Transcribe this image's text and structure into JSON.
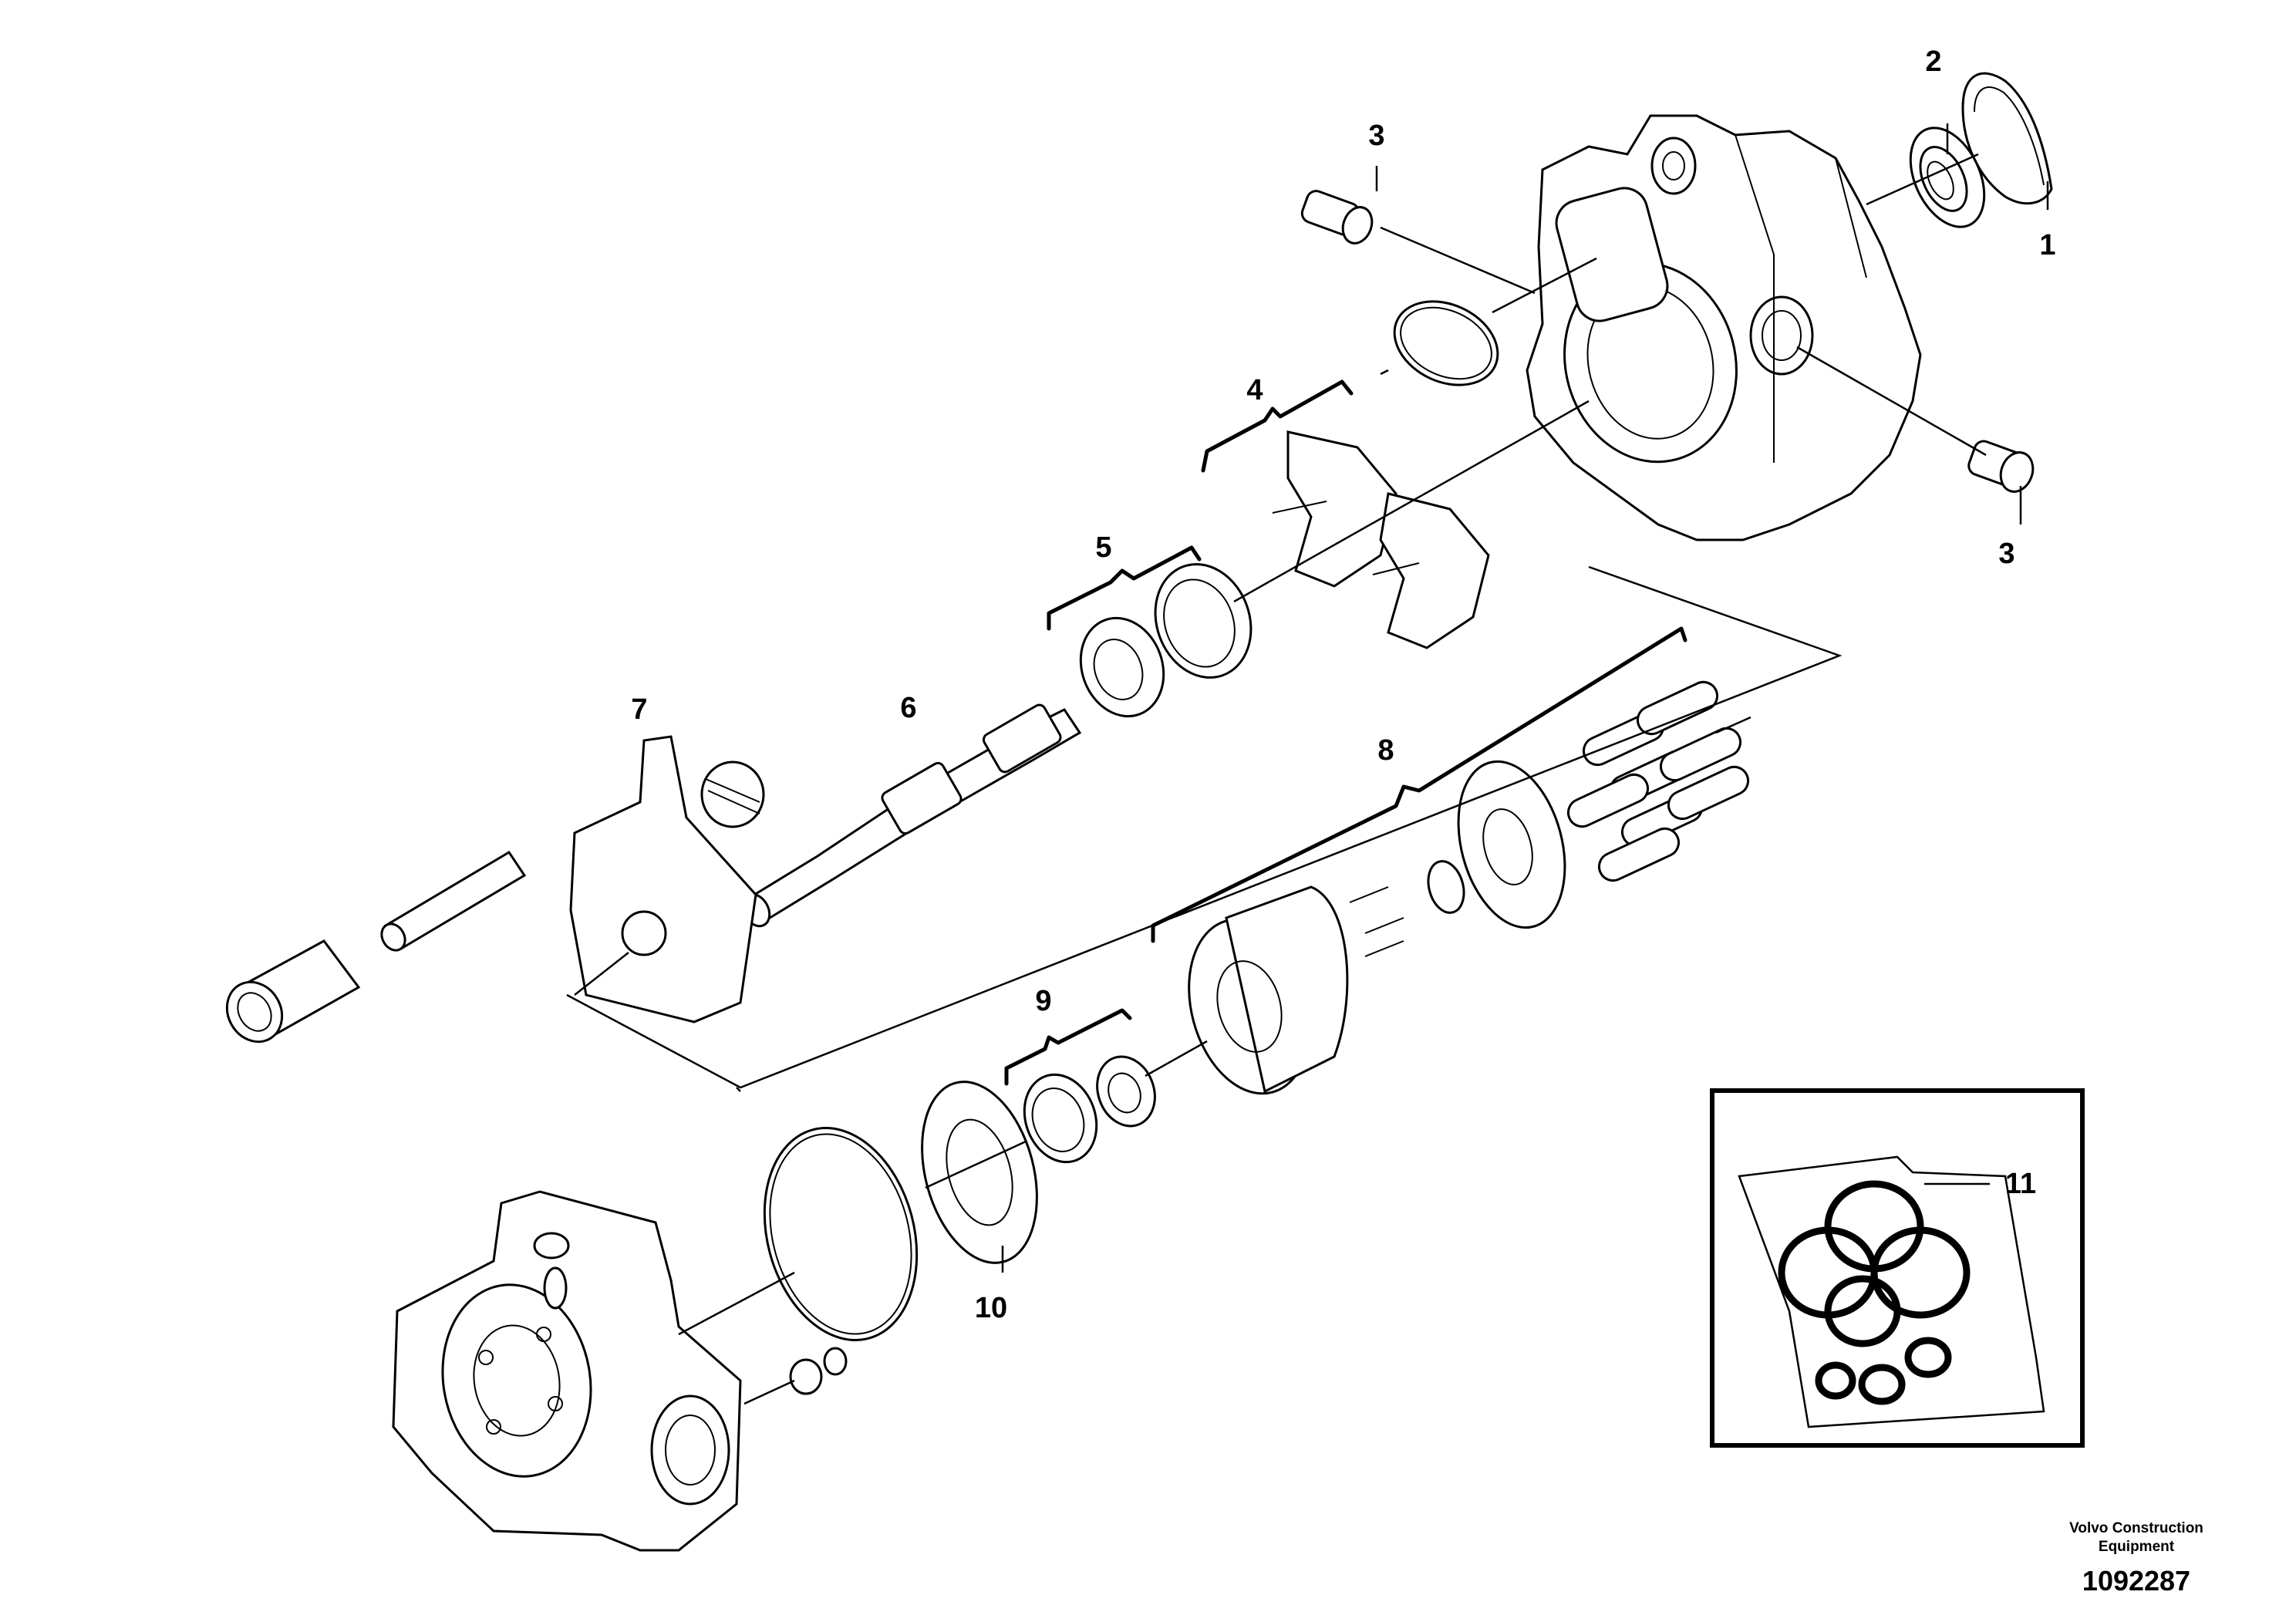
{
  "callouts": {
    "c1": "1",
    "c2": "2",
    "c3a": "3",
    "c3b": "3",
    "c4": "4",
    "c5": "5",
    "c6": "6",
    "c7": "7",
    "c8": "8",
    "c9": "9",
    "c10": "10",
    "c11": "11"
  },
  "footer": {
    "brand_line1": "Volvo Construction",
    "brand_line2": "Equipment",
    "doc_number": "1092287"
  }
}
